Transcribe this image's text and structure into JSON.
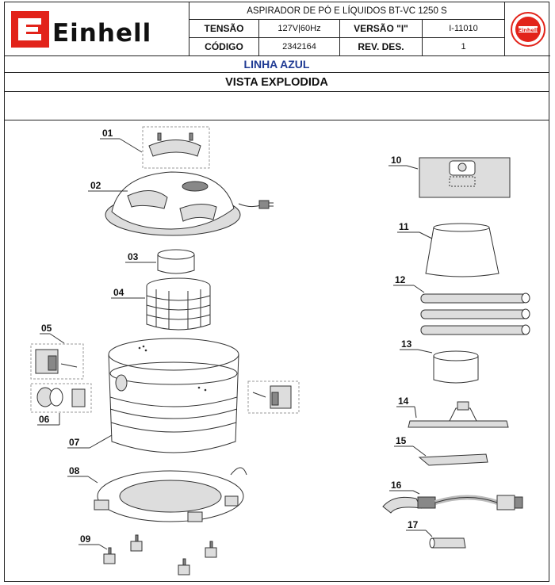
{
  "brand": {
    "name": "Einhell",
    "color": "#e2231a"
  },
  "header": {
    "title": "ASPIRADOR DE PÓ E LÍQUIDOS BT-VC 1250 S",
    "tensao_label": "TENSÃO",
    "tensao_value": "127V|60Hz",
    "versao_label": "VERSÃO \"I\"",
    "versao_value": "I-11010",
    "codigo_label": "CÓDIGO",
    "codigo_value": "2342164",
    "revdes_label": "REV. DES.",
    "revdes_value": "1",
    "line": "LINHA AZUL",
    "line_color": "#1f3a93",
    "view": "VISTA EXPLODIDA"
  },
  "parts": [
    "01",
    "02",
    "03",
    "04",
    "05",
    "06",
    "07",
    "08",
    "09",
    "10",
    "11",
    "12",
    "13",
    "14",
    "15",
    "16",
    "17"
  ]
}
